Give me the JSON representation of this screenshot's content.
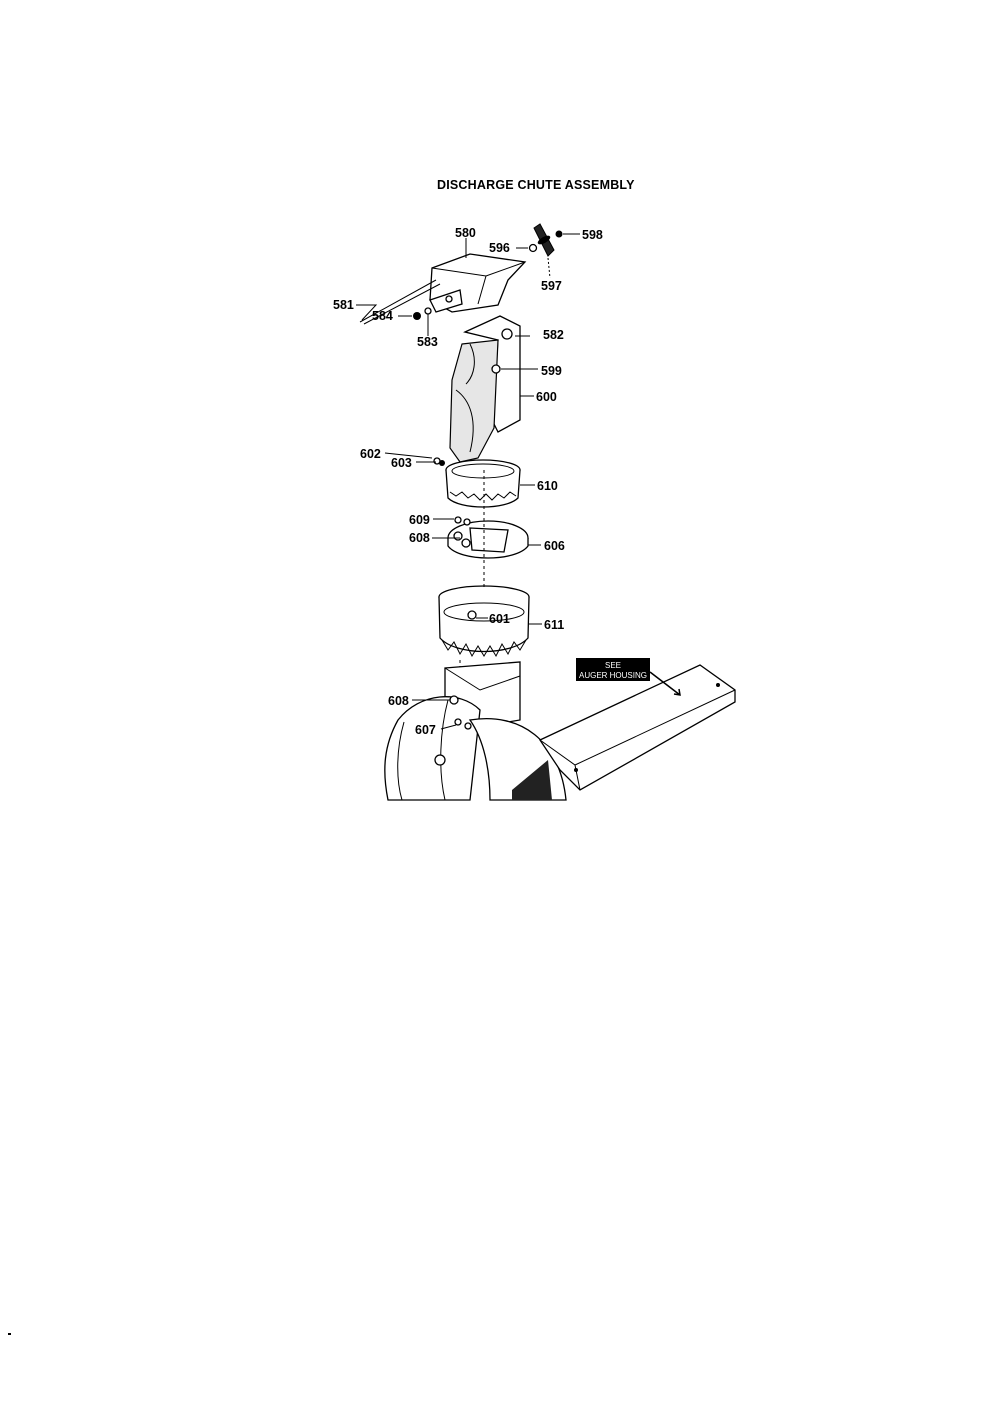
{
  "title": "DISCHARGE CHUTE ASSEMBLY",
  "reference_tag": [
    "SEE",
    "AUGER HOUSING"
  ],
  "callouts": [
    {
      "id": "580",
      "text": "580"
    },
    {
      "id": "581",
      "text": "581"
    },
    {
      "id": "582",
      "text": "582"
    },
    {
      "id": "583",
      "text": "583"
    },
    {
      "id": "584",
      "text": "584"
    },
    {
      "id": "596",
      "text": "596"
    },
    {
      "id": "597",
      "text": "597"
    },
    {
      "id": "598",
      "text": "598"
    },
    {
      "id": "599",
      "text": "599"
    },
    {
      "id": "600",
      "text": "600"
    },
    {
      "id": "601",
      "text": "601"
    },
    {
      "id": "602",
      "text": "602"
    },
    {
      "id": "603",
      "text": "603"
    },
    {
      "id": "606",
      "text": "606"
    },
    {
      "id": "607",
      "text": "607"
    },
    {
      "id": "608a",
      "text": "608"
    },
    {
      "id": "608b",
      "text": "608"
    },
    {
      "id": "609",
      "text": "609"
    },
    {
      "id": "610",
      "text": "610"
    },
    {
      "id": "611",
      "text": "611"
    }
  ]
}
